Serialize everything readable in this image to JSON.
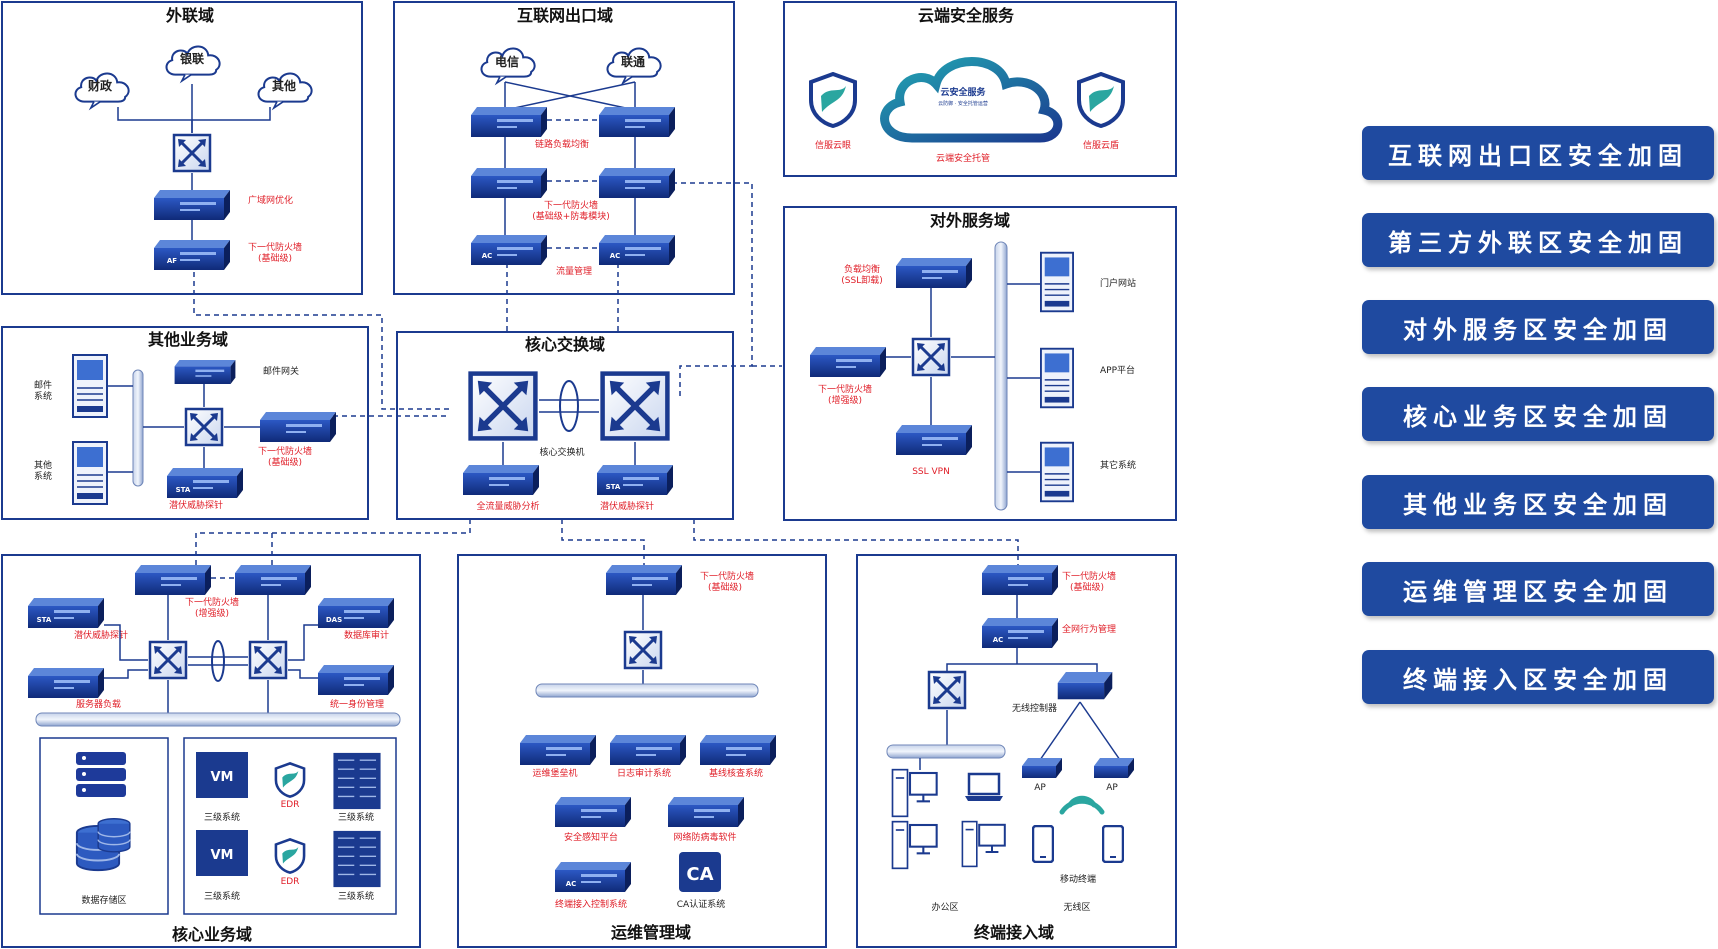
{
  "zones": {
    "external": {
      "title": "外联域",
      "clouds": [
        "财政",
        "银联",
        "其他"
      ],
      "wan_opt": "广域网优化",
      "fw": [
        "下一代防火墙",
        "(基础级)"
      ]
    },
    "internet": {
      "title": "互联网出口域",
      "clouds": [
        "电信",
        "联通"
      ],
      "lb": "链路负载均衡",
      "fw": [
        "下一代防火墙",
        "(基础级+防毒模块)"
      ],
      "flow": "流量管理"
    },
    "cloud_sec": {
      "title": "云端安全服务",
      "cloud_main": "云安全服务",
      "cloud_sub": "云防御 · 安全托管运营",
      "left_label": "信服云眼",
      "center_label": "云端安全托管",
      "right_label": "信服云盾"
    },
    "dmz": {
      "title": "对外服务域",
      "lb": [
        "负载均衡",
        "(SSL卸载)"
      ],
      "fw": [
        "下一代防火墙",
        "(增强级)"
      ],
      "vpn": "SSL VPN",
      "portal": "门户网站",
      "app": "APP平台",
      "other": "其它系统"
    },
    "other_biz": {
      "title": "其他业务域",
      "mail_sys": [
        "邮件",
        "系统"
      ],
      "other_sys": [
        "其他",
        "系统"
      ],
      "mail_gw": "邮件网关",
      "fw": [
        "下一代防火墙",
        "(基础级)"
      ],
      "sta": "潜伏威胁探针"
    },
    "core_switch": {
      "title": "核心交换域",
      "switch": "核心交换机",
      "full_flow": "全流量威胁分析",
      "sta": "潜伏威胁探针"
    },
    "core_biz": {
      "title": "核心业务域",
      "fw": [
        "下一代防火墙",
        "(增强级)"
      ],
      "sta": "潜伏威胁探针",
      "das": "数据库审计",
      "slb": "服务器负载",
      "iam": "统一身份管理",
      "storage": "数据存储区",
      "sys3": "三级系统",
      "edr": "EDR",
      "vm": "VM"
    },
    "ops": {
      "title": "运维管理域",
      "fw": [
        "下一代防火墙",
        "(基础级)"
      ],
      "bastion": "运维堡垒机",
      "log": "日志审计系统",
      "baseline": "基线核查系统",
      "sip": "安全感知平台",
      "av": "网络防病毒软件",
      "nac": "终端接入控制系统",
      "ca_icon": "CA",
      "ca": "CA认证系统"
    },
    "terminal": {
      "title": "终端接入域",
      "fw": [
        "下一代防火墙",
        "(基础级)"
      ],
      "ac": "全网行为管理",
      "wlc": "无线控制器",
      "ap": "AP",
      "mobile": "移动终端",
      "office": "办公区",
      "wireless": "无线区"
    }
  },
  "badges": {
    "ac": "AC",
    "af": "AF",
    "sta": "STA",
    "das": "DAS"
  },
  "panels": [
    "互联网出口区安全加固",
    "第三方外联区安全加固",
    "对外服务区安全加固",
    "核心业务区安全加固",
    "其他业务区安全加固",
    "运维管理区安全加固",
    "终端接入区安全加固"
  ],
  "colors": {
    "primary": "#1b3a8f",
    "panel": "#1f4aa0",
    "alert_text": "#e0202a",
    "device": "#1e3a9a",
    "teal": "#2aa6a0"
  }
}
